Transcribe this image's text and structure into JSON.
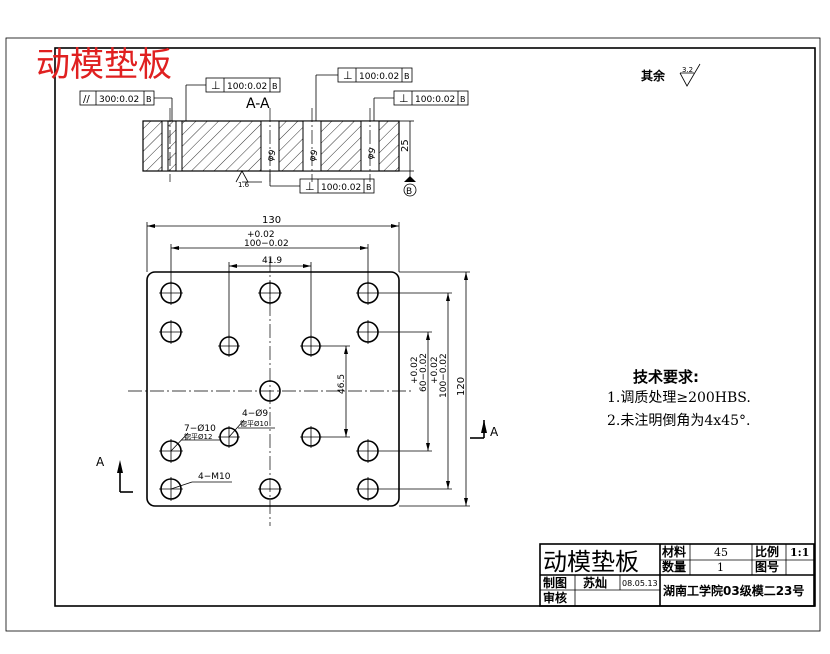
{
  "title_red": "动模垫板",
  "roughness": {
    "label": "其余",
    "value": "3.2"
  },
  "section": {
    "label": "A-A",
    "callouts": {
      "parallel_left": {
        "symbol": "//",
        "tolerance": "300:0.02",
        "datum": "B"
      },
      "perp_top_left": {
        "symbol": "⊥",
        "tolerance": "100:0.02",
        "datum": "B"
      },
      "perp_top_mid": {
        "symbol": "⊥",
        "tolerance": "100:0.02",
        "datum": "B"
      },
      "perp_top_right": {
        "symbol": "⊥",
        "tolerance": "100:0.02",
        "datum": "B"
      },
      "perp_bottom": {
        "symbol": "⊥",
        "tolerance": "100:0.02",
        "datum": "B"
      }
    },
    "roughness_bottom": "1.6",
    "thickness": "25",
    "datum": "B",
    "hole_labels": [
      "φ9",
      "φ9",
      "φ9"
    ]
  },
  "plan": {
    "dim_width": "130",
    "dim_100_upper": "+0.02",
    "dim_100": "100−0.02",
    "dim_41_9": "41.9",
    "dim_46_5": "46.5",
    "dim_60_upper": "+0.02",
    "dim_60": "60−0.02",
    "dim_100v_upper": "+0.02",
    "dim_100v": "100−0.02",
    "dim_120": "120",
    "callout_7": "7−Ø10",
    "callout_7_sub": "锪平Ø12",
    "callout_4_9": "4−Ø9",
    "callout_4_9_sub": "锪平Ø10",
    "callout_m10": "4−M10",
    "section_marker": "A"
  },
  "notes": {
    "title": "技术要求:",
    "items": [
      "1.调质处理≥200HBS.",
      "2.未注明倒角为4x45°."
    ]
  },
  "title_block": {
    "name": "动模垫板",
    "material_label": "材料",
    "material_value": "45",
    "scale_label": "比例",
    "scale_value": "1:1",
    "qty_label": "数量",
    "qty_value": "1",
    "drawing_no_label": "图号",
    "drawing_no_value": "",
    "drawn_label": "制图",
    "drawn_name": "苏灿",
    "drawn_date": "08.05.13",
    "checked_label": "审核",
    "org": "湖南工学院03级模二23号"
  }
}
